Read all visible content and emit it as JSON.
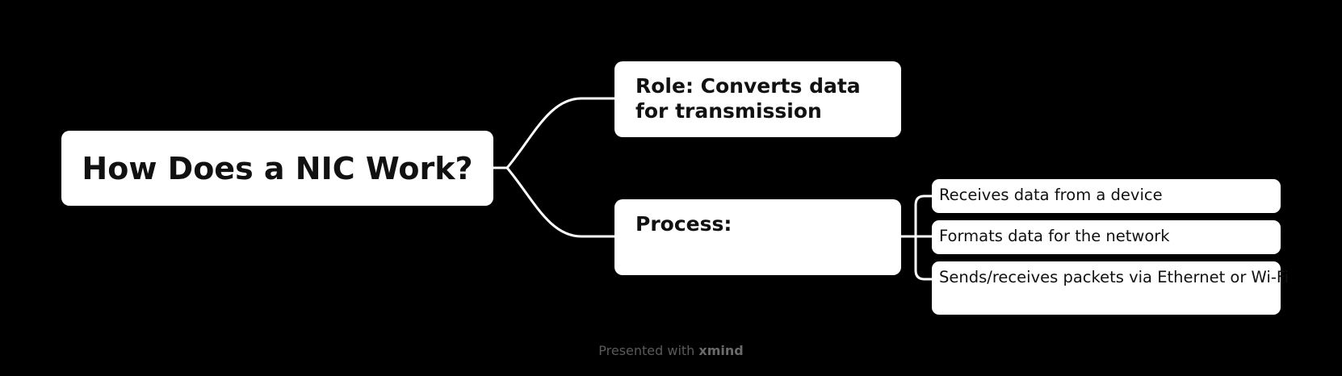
{
  "diagram": {
    "root": "How Does a NIC Work?",
    "branches": [
      {
        "label": "Role: Converts data for transmission"
      },
      {
        "label": "Process:",
        "children": [
          "Receives data from a device",
          "Formats data for the network",
          "Sends/receives packets via Ethernet or Wi-Fi"
        ]
      }
    ]
  },
  "footer": {
    "prefix": "Presented with",
    "brand": "xmind"
  },
  "colors": {
    "background": "#000000",
    "node_fill": "#ffffff",
    "connector": "#ffffff",
    "footer_text": "#5a5a5a"
  }
}
